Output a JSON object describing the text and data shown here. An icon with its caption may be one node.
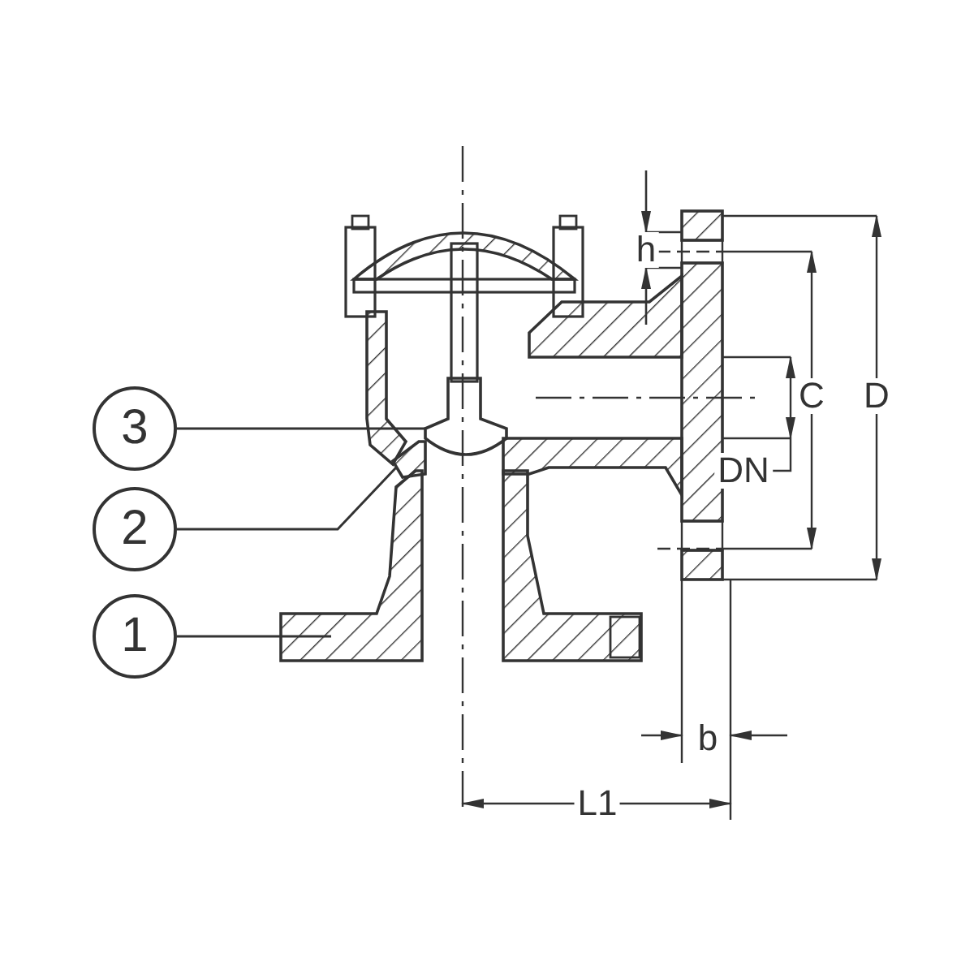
{
  "diagram": {
    "nodes": [
      {
        "text": [
          "3"
        ]
      },
      {
        "text": [
          "2"
        ]
      },
      {
        "text": [
          "1"
        ]
      },
      {
        "text": [],
        "shape": "picture",
        "in": 5
      },
      {
        "text": [],
        "shape": "picture",
        "in": 5
      },
      {
        "text": [],
        "shape": "picture"
      }
    ],
    "edges": [
      {
        "from": 0,
        "to": 3,
        "arrow": "none"
      },
      {
        "from": 1,
        "to": 4,
        "arrow": "none"
      },
      {
        "from": 2,
        "to": 5,
        "arrow": "none"
      }
    ],
    "labels": [
      "h",
      "C",
      "D",
      "DN",
      "b",
      "L1"
    ]
  }
}
